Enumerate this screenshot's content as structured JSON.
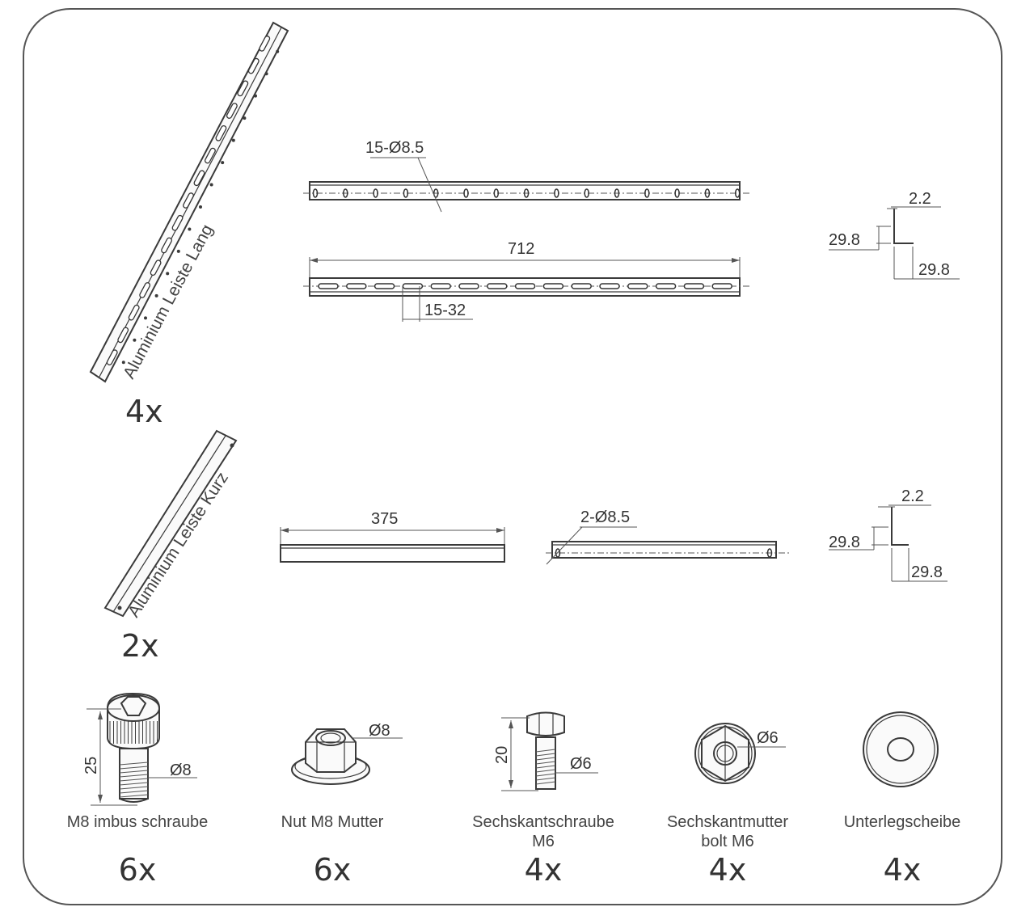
{
  "long_rail": {
    "label": "Aluminium Leiste Lang",
    "qty": "4x",
    "holes_label": "15-Ø8.5",
    "length_label": "712",
    "slots_label": "15-32",
    "profile": {
      "thickness": "2.2",
      "height": "29.8",
      "width": "29.8"
    }
  },
  "short_rail": {
    "label": "Aluminium Leiste Kurz",
    "qty": "2x",
    "length_label": "375",
    "holes_label": "2-Ø8.5",
    "profile": {
      "thickness": "2.2",
      "height": "29.8",
      "width": "29.8"
    }
  },
  "hardware": [
    {
      "name": "M8 imbus schraube",
      "qty": "6x",
      "dim_length": "25",
      "dim_diameter": "Ø8",
      "icon": "socket-head-bolt-icon"
    },
    {
      "name": "Nut M8 Mutter",
      "qty": "6x",
      "dim_diameter": "Ø8",
      "icon": "flange-nut-icon"
    },
    {
      "name_line1": "Sechskantschraube",
      "name_line2": "M6",
      "qty": "4x",
      "dim_length": "20",
      "dim_diameter": "Ø6",
      "icon": "hex-bolt-icon"
    },
    {
      "name_line1": "Sechskantmutter",
      "name_line2": "bolt M6",
      "qty": "4x",
      "dim_diameter": "Ø6",
      "icon": "hex-nut-icon"
    },
    {
      "name": "Unterlegscheibe",
      "qty": "4x",
      "icon": "washer-icon"
    }
  ]
}
